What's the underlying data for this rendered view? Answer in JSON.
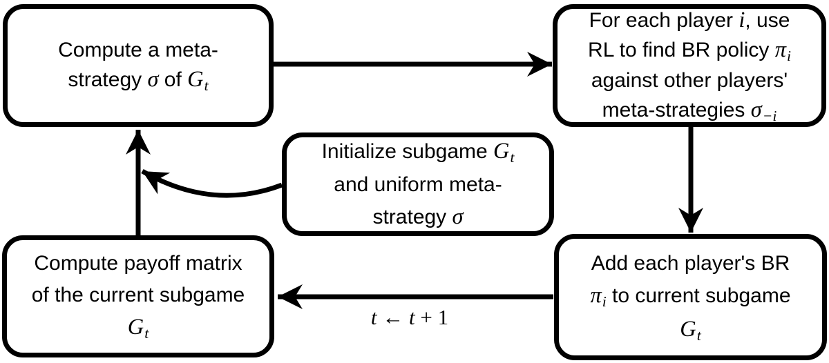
{
  "colors": {
    "stroke": "#000000",
    "background": "#ffffff",
    "box_fill": "#ffffff",
    "text": "#000000"
  },
  "boxes": {
    "top_left": {
      "semantic": "compute-meta-strategy",
      "lines": [
        {
          "runs": [
            {
              "text": "Compute a meta-",
              "style": "plain"
            }
          ]
        },
        {
          "runs": [
            {
              "text": "strategy ",
              "style": "plain"
            },
            {
              "text": "σ",
              "style": "math"
            },
            {
              "text": " of ",
              "style": "plain"
            },
            {
              "text": "G",
              "style": "math"
            },
            {
              "text": "t",
              "style": "sub"
            }
          ]
        }
      ]
    },
    "top_right": {
      "semantic": "rl-best-response",
      "lines": [
        {
          "runs": [
            {
              "text": "For each player ",
              "style": "plain"
            },
            {
              "text": "i",
              "style": "math"
            },
            {
              "text": ", use",
              "style": "plain"
            }
          ]
        },
        {
          "runs": [
            {
              "text": "RL to find BR policy ",
              "style": "plain"
            },
            {
              "text": "π",
              "style": "math"
            },
            {
              "text": "i",
              "style": "sub"
            }
          ]
        },
        {
          "runs": [
            {
              "text": "against other players'",
              "style": "plain"
            }
          ]
        },
        {
          "runs": [
            {
              "text": "meta-strategies ",
              "style": "plain"
            },
            {
              "text": "σ",
              "style": "math"
            },
            {
              "text": "−i",
              "style": "sub"
            }
          ]
        }
      ]
    },
    "middle": {
      "semantic": "initialize-subgame",
      "lines": [
        {
          "runs": [
            {
              "text": "Initialize subgame ",
              "style": "plain"
            },
            {
              "text": "G",
              "style": "math"
            },
            {
              "text": "t",
              "style": "sub"
            }
          ]
        },
        {
          "runs": [
            {
              "text": "and uniform meta-",
              "style": "plain"
            }
          ]
        },
        {
          "runs": [
            {
              "text": "strategy ",
              "style": "plain"
            },
            {
              "text": "σ",
              "style": "math"
            }
          ]
        }
      ]
    },
    "bottom_left": {
      "semantic": "compute-payoff-matrix",
      "lines": [
        {
          "runs": [
            {
              "text": "Compute payoff matrix",
              "style": "plain"
            }
          ]
        },
        {
          "runs": [
            {
              "text": "of the current subgame",
              "style": "plain"
            }
          ]
        },
        {
          "runs": [
            {
              "text": "G",
              "style": "math"
            },
            {
              "text": "t",
              "style": "sub"
            }
          ]
        }
      ]
    },
    "bottom_right": {
      "semantic": "add-best-responses",
      "lines": [
        {
          "runs": [
            {
              "text": "Add each player's BR",
              "style": "plain"
            }
          ]
        },
        {
          "runs": [
            {
              "text": "π",
              "style": "math"
            },
            {
              "text": "i",
              "style": "sub"
            },
            {
              "text": " to current subgame",
              "style": "plain"
            }
          ]
        },
        {
          "runs": [
            {
              "text": "G",
              "style": "math"
            },
            {
              "text": "t",
              "style": "sub"
            }
          ]
        }
      ]
    }
  },
  "edges": {
    "increment_label": {
      "runs": [
        {
          "text": "t",
          "style": "math"
        },
        {
          "text": " ← ",
          "style": "mathup"
        },
        {
          "text": "t",
          "style": "math"
        },
        {
          "text": " + 1",
          "style": "mathup"
        }
      ]
    }
  }
}
